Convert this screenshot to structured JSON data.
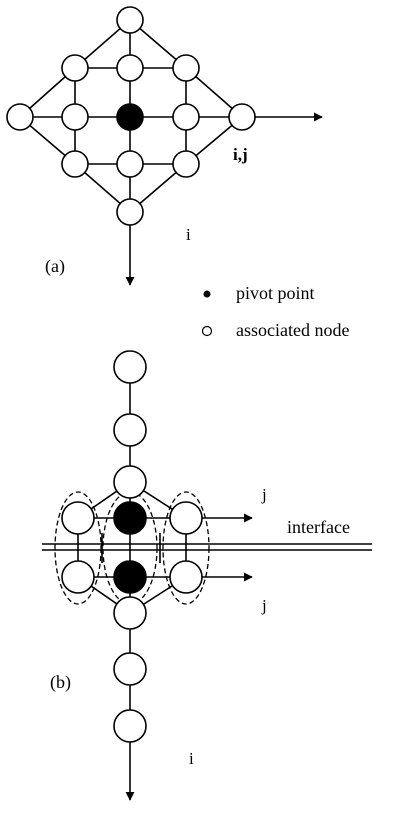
{
  "panel_a": {
    "label": "(a)",
    "axis_i": "i",
    "node_label": "i,j"
  },
  "legend": {
    "pivot_point": "pivot point",
    "associated_node": "associated node"
  },
  "panel_b": {
    "label": "(b)",
    "axis_i": "i",
    "axis_j_upper": "j",
    "axis_j_lower": "j",
    "interface": "interface"
  },
  "colors": {
    "stroke": "#000000",
    "node_fill": "#ffffff",
    "pivot_fill": "#000000"
  }
}
